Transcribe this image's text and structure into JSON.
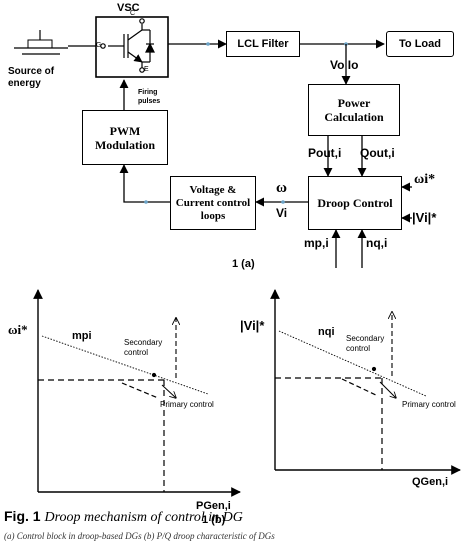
{
  "top": {
    "vsc_label": "VSC",
    "source_label": "Source of energy",
    "lcl_filter": "LCL Filter",
    "to_load": "To Load",
    "vo_io": "Vo Io",
    "power_calc": "Power Calculation",
    "pout": "Pout,i",
    "qout": "Qout,i",
    "pwm": "PWM Modulation",
    "firing": "Firing pulses",
    "vc_loops": "Voltage & Current control loops",
    "omega": "ω",
    "vi": "Vi",
    "droop": "Droop Control",
    "omega_star": "ωi*",
    "vi_star": "|Vi|*",
    "mp": "mp,i",
    "nq": "nq,i",
    "label_a": "1 (a)"
  },
  "left_plot": {
    "y_label": "ωi*",
    "slope": "mpi",
    "secondary": "Secondary control",
    "primary": "Primary control",
    "x_label": "PGen,i"
  },
  "right_plot": {
    "y_label": "|Vi|*",
    "slope": "nqi",
    "secondary": "Secondary control",
    "primary": "Primary control",
    "x_label": "QGen,i"
  },
  "label_b": "1 (b)",
  "caption": {
    "fig": "Fig. 1",
    "text": "Droop mechanism of control in DG",
    "sub": "(a) Control block in droop-based DGs (b) P/Q droop characteristic of DGs"
  }
}
